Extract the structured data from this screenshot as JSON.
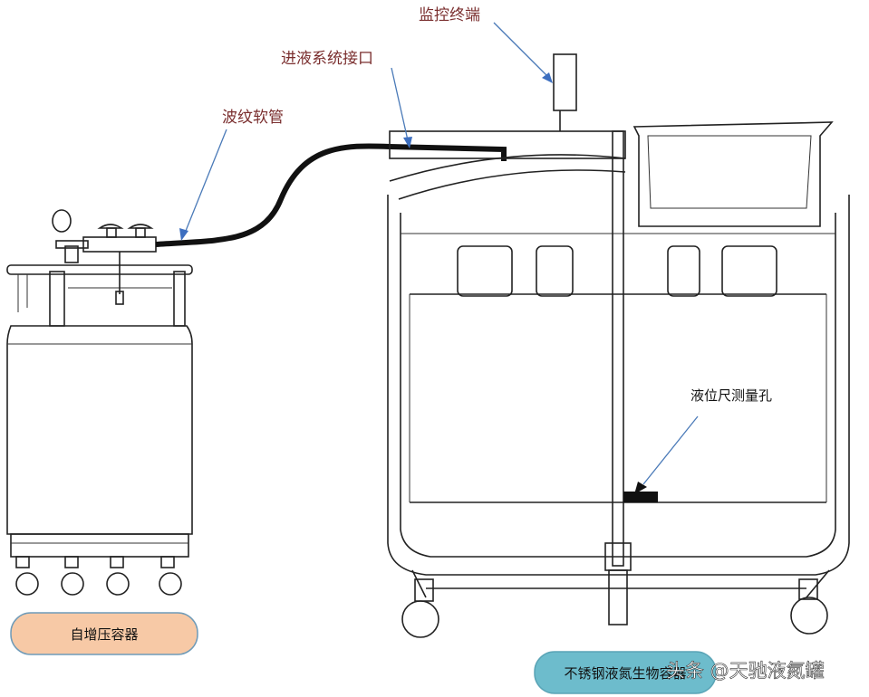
{
  "labels": {
    "monitor_terminal": "监控终端",
    "inlet_interface": "进液系统接口",
    "corrugated_hose": "波纹软管",
    "level_gauge_hole": "液位尺测量孔",
    "self_pressurizing_vessel": "自增压容器",
    "stainless_container": "不锈钢液氮生物容器"
  },
  "watermark": "头条 @天驰液氮罐",
  "colors": {
    "left_badge_fill": "#f7c9a6",
    "left_badge_border": "#6f9bb8",
    "right_badge_fill": "#6dbccc",
    "label_text": "#7a2e2e",
    "arrow": "#4a7ab8"
  }
}
